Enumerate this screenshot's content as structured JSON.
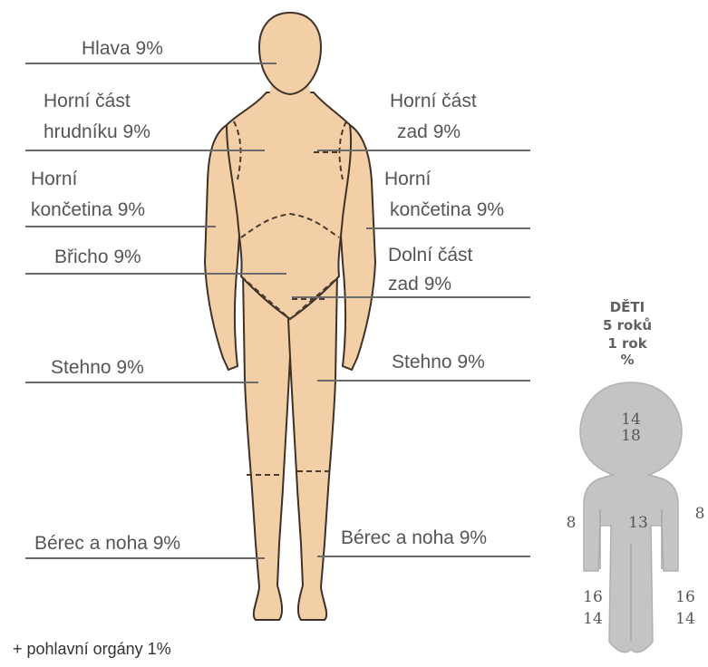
{
  "adult": {
    "head": "Hlava 9%",
    "upper_chest_l1": "Horní část",
    "upper_chest_l2": "hrudníku 9%",
    "upper_back_l1": "Horní část",
    "upper_back_l2": "zad 9%",
    "upper_limb_left_l1": "Horní",
    "upper_limb_left_l2": "končetina 9%",
    "upper_limb_right_l1": "Horní",
    "upper_limb_right_l2": "končetina 9%",
    "abdomen": "Břicho 9%",
    "lower_back_l1": "Dolní část",
    "lower_back_l2": "zad 9%",
    "thigh_left": "Stehno 9%",
    "thigh_right": "Stehno 9%",
    "leg_left": "Bérec a noha 9%",
    "leg_right": "Bérec a noha 9%"
  },
  "footnote": "+ pohlavní orgány  1%",
  "children": {
    "title": "DĚTI",
    "age1": "5 roků",
    "age2": "1 rok",
    "unit": "%",
    "head_5": "14",
    "head_1": "18",
    "arm_left": "8",
    "arm_right": "8",
    "trunk": "13",
    "leg_left_5": "16",
    "leg_left_1": "14",
    "leg_right_5": "16",
    "leg_right_1": "14"
  },
  "colors": {
    "skin": "#f2cfa6",
    "outline": "#3e3128",
    "child_body": "#c4c4c4"
  }
}
